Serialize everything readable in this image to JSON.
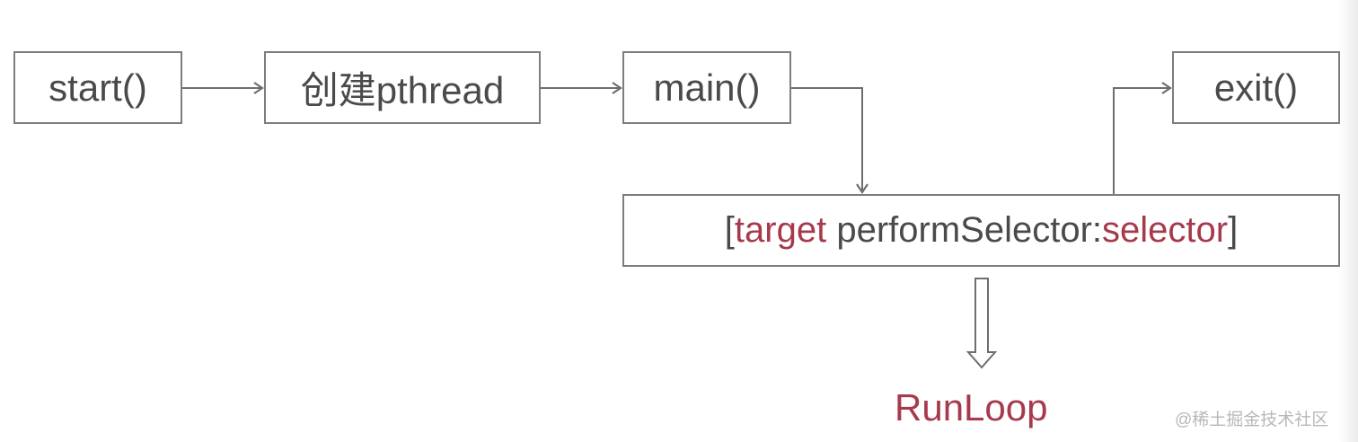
{
  "nodes": {
    "start": "start()",
    "create_pthread": "创建pthread",
    "main": "main()",
    "exit": "exit()",
    "perform": {
      "open_bracket": "[",
      "target": "target",
      "method": " performSelector:",
      "selector": "selector",
      "close_bracket": "]"
    },
    "runloop": "RunLoop"
  },
  "watermark": "@稀土掘金技术社区",
  "colors": {
    "box_border": "#7d7d7d",
    "text": "#4a4a4a",
    "accent": "#a63a4c",
    "arrow": "#6e6e6e"
  }
}
